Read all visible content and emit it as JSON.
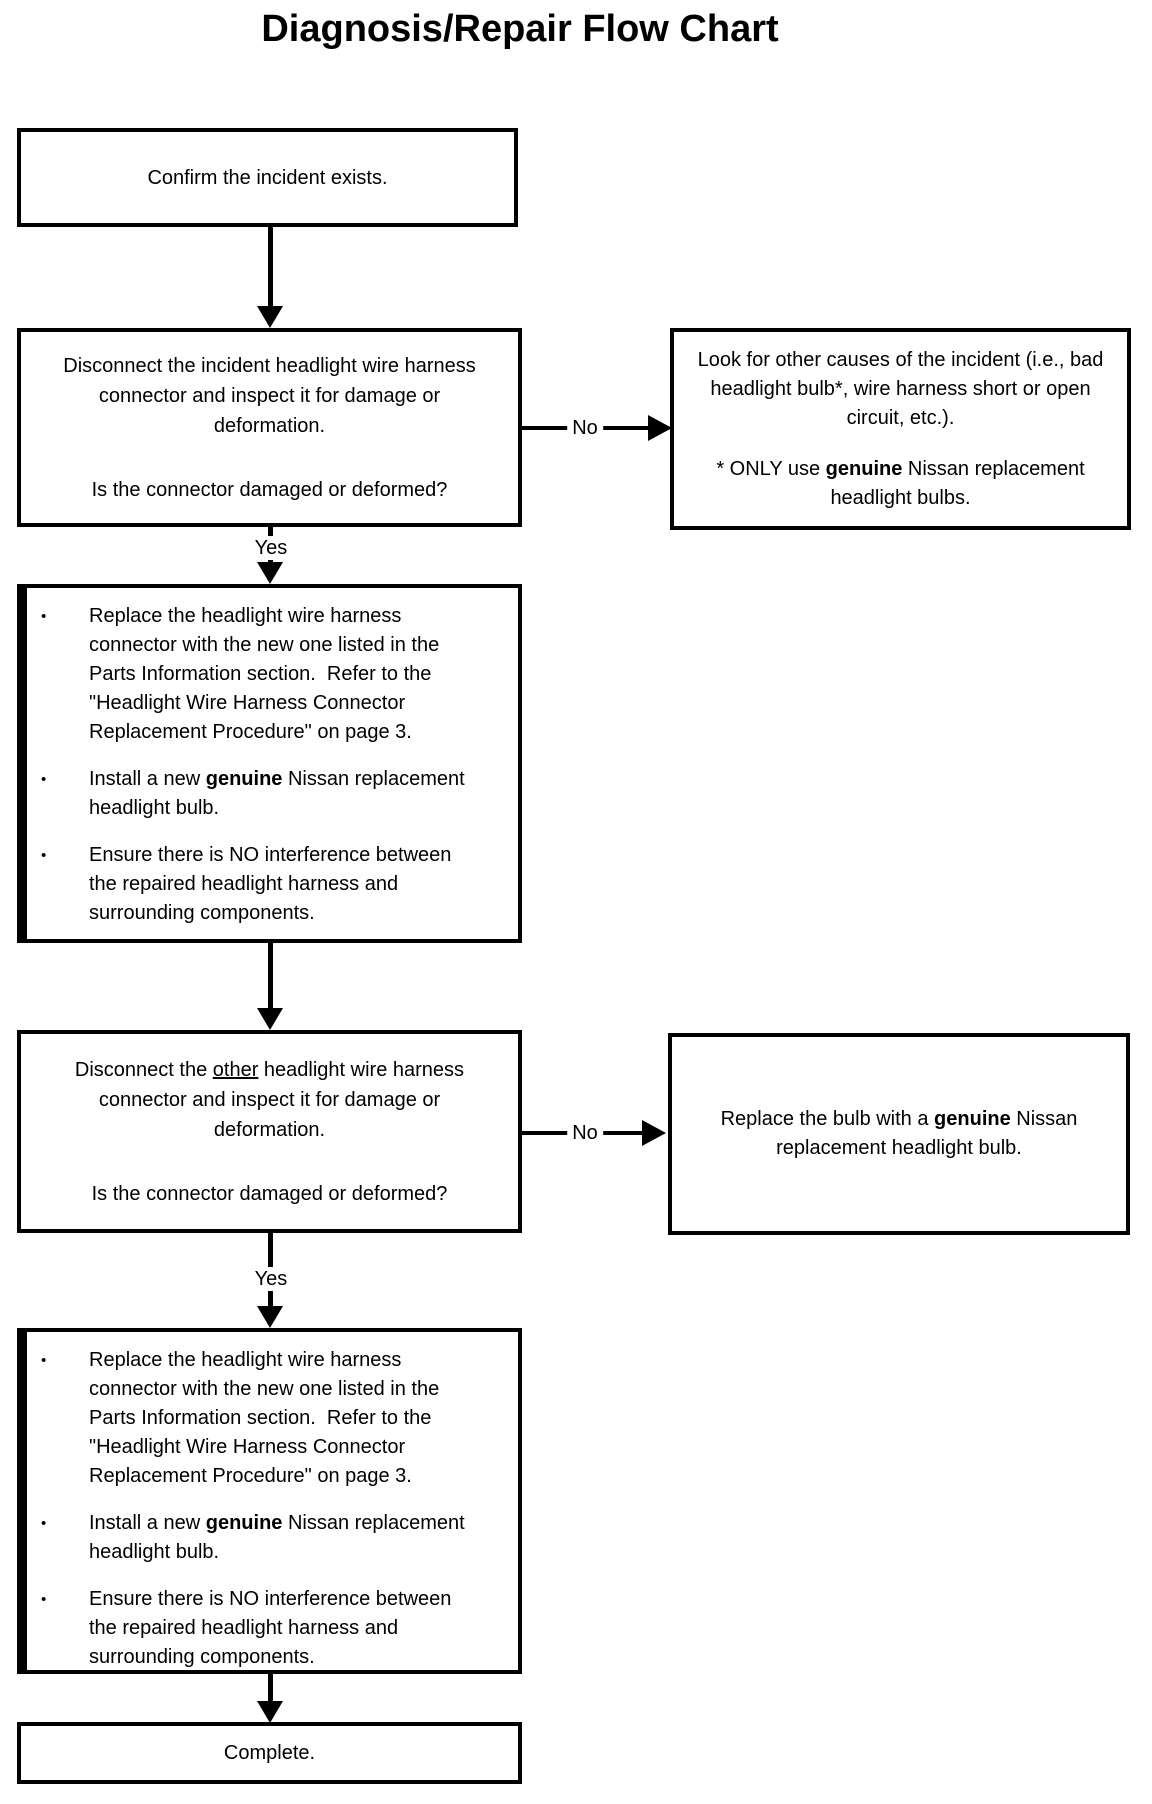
{
  "title": "Diagnosis/Repair Flow Chart",
  "bullet_marker": "•",
  "colors": {
    "ink": "#000000",
    "paper": "#ffffff"
  },
  "nodes": {
    "confirm": {
      "text": "Confirm the incident exists."
    },
    "inspect_incident": {
      "instruction": "Disconnect the incident headlight wire harness connector and inspect it for damage or deformation.",
      "question": "Is the connector damaged or deformed?"
    },
    "look_other_causes": {
      "para1": "Look for other causes of the incident (i.e., bad headlight bulb*, wire harness short or open circuit, etc.).",
      "note_pre": "* ONLY use ",
      "note_bold": "genuine",
      "note_post": " Nissan replacement headlight bulbs."
    },
    "repair_procedure": {
      "bullet1": "Replace the headlight wire harness connector with the new one listed in the Parts Information section.  Refer to the \"Headlight Wire Harness Connector Replacement Procedure\" on page 3.",
      "bullet2_pre": "Install a new ",
      "bullet2_bold": "genuine",
      "bullet2_post": " Nissan replacement headlight bulb.",
      "bullet3": "Ensure there is NO interference between the repaired headlight harness and surrounding components."
    },
    "inspect_other": {
      "instruction_pre": "Disconnect the ",
      "instruction_underlined": "other",
      "instruction_post": " headlight wire harness connector and inspect it for damage or deformation.",
      "question": "Is the connector damaged or deformed?"
    },
    "replace_bulb": {
      "text_pre": "Replace the bulb with a ",
      "text_bold": "genuine",
      "text_post": " Nissan replacement headlight bulb."
    },
    "complete": {
      "text": "Complete."
    }
  },
  "edges": [
    {
      "from": "confirm",
      "to": "inspect-incident",
      "label": ""
    },
    {
      "from": "inspect-incident",
      "to": "look-other-causes",
      "label": "No"
    },
    {
      "from": "inspect-incident",
      "to": "repair-procedure-1",
      "label": "Yes"
    },
    {
      "from": "repair-procedure-1",
      "to": "inspect-other",
      "label": ""
    },
    {
      "from": "inspect-other",
      "to": "replace-bulb",
      "label": "No"
    },
    {
      "from": "inspect-other",
      "to": "repair-procedure-2",
      "label": "Yes"
    },
    {
      "from": "repair-procedure-2",
      "to": "complete",
      "label": ""
    }
  ]
}
